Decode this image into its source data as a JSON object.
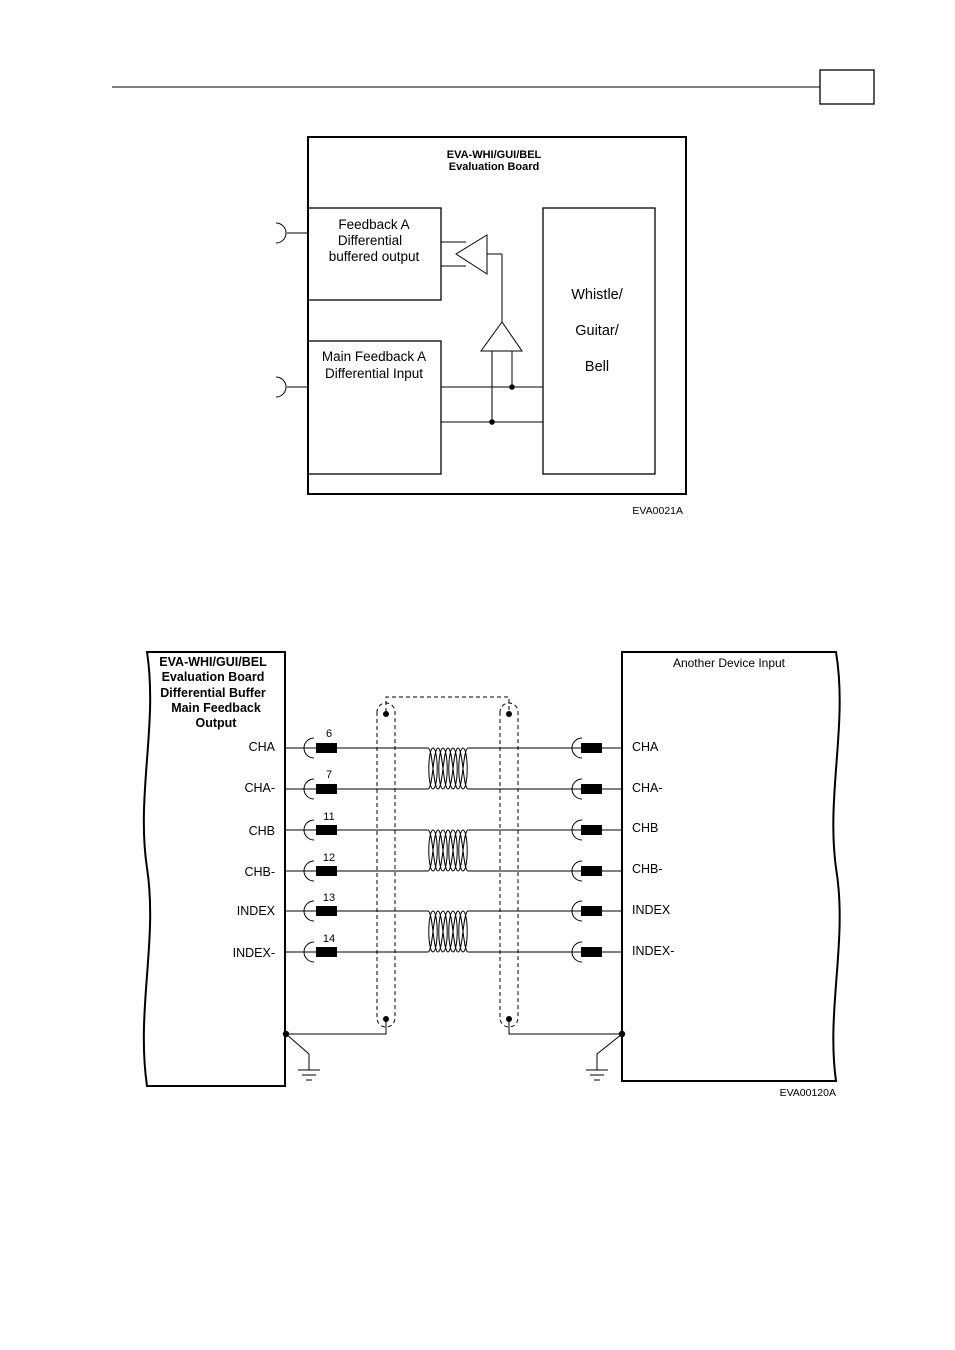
{
  "header": {
    "page_box": ""
  },
  "fig1": {
    "title_line1": "EVA-WHI/GUI/BEL",
    "title_line2": "Evaluation Board",
    "feedback_a": [
      "Feedback A",
      "Differential",
      "buffered output"
    ],
    "main_feedback": [
      "Main Feedback A",
      "Differential  Input"
    ],
    "drive": [
      "Whistle/",
      "Guitar/",
      "Bell"
    ],
    "code": "EVA0021A"
  },
  "fig2": {
    "left_title": [
      "EVA-WHI/GUI/BEL",
      "Evaluation Board",
      "Differential Buffer",
      "Main Feedback",
      "Output"
    ],
    "right_title": "Another Device Input",
    "signals": [
      {
        "name": "CHA",
        "pin": "6"
      },
      {
        "name": "CHA-",
        "pin": "7"
      },
      {
        "name": "CHB",
        "pin": "11"
      },
      {
        "name": "CHB-",
        "pin": "12"
      },
      {
        "name": "INDEX",
        "pin": "13"
      },
      {
        "name": "INDEX-",
        "pin": "14"
      }
    ],
    "code": "EVA00120A"
  }
}
